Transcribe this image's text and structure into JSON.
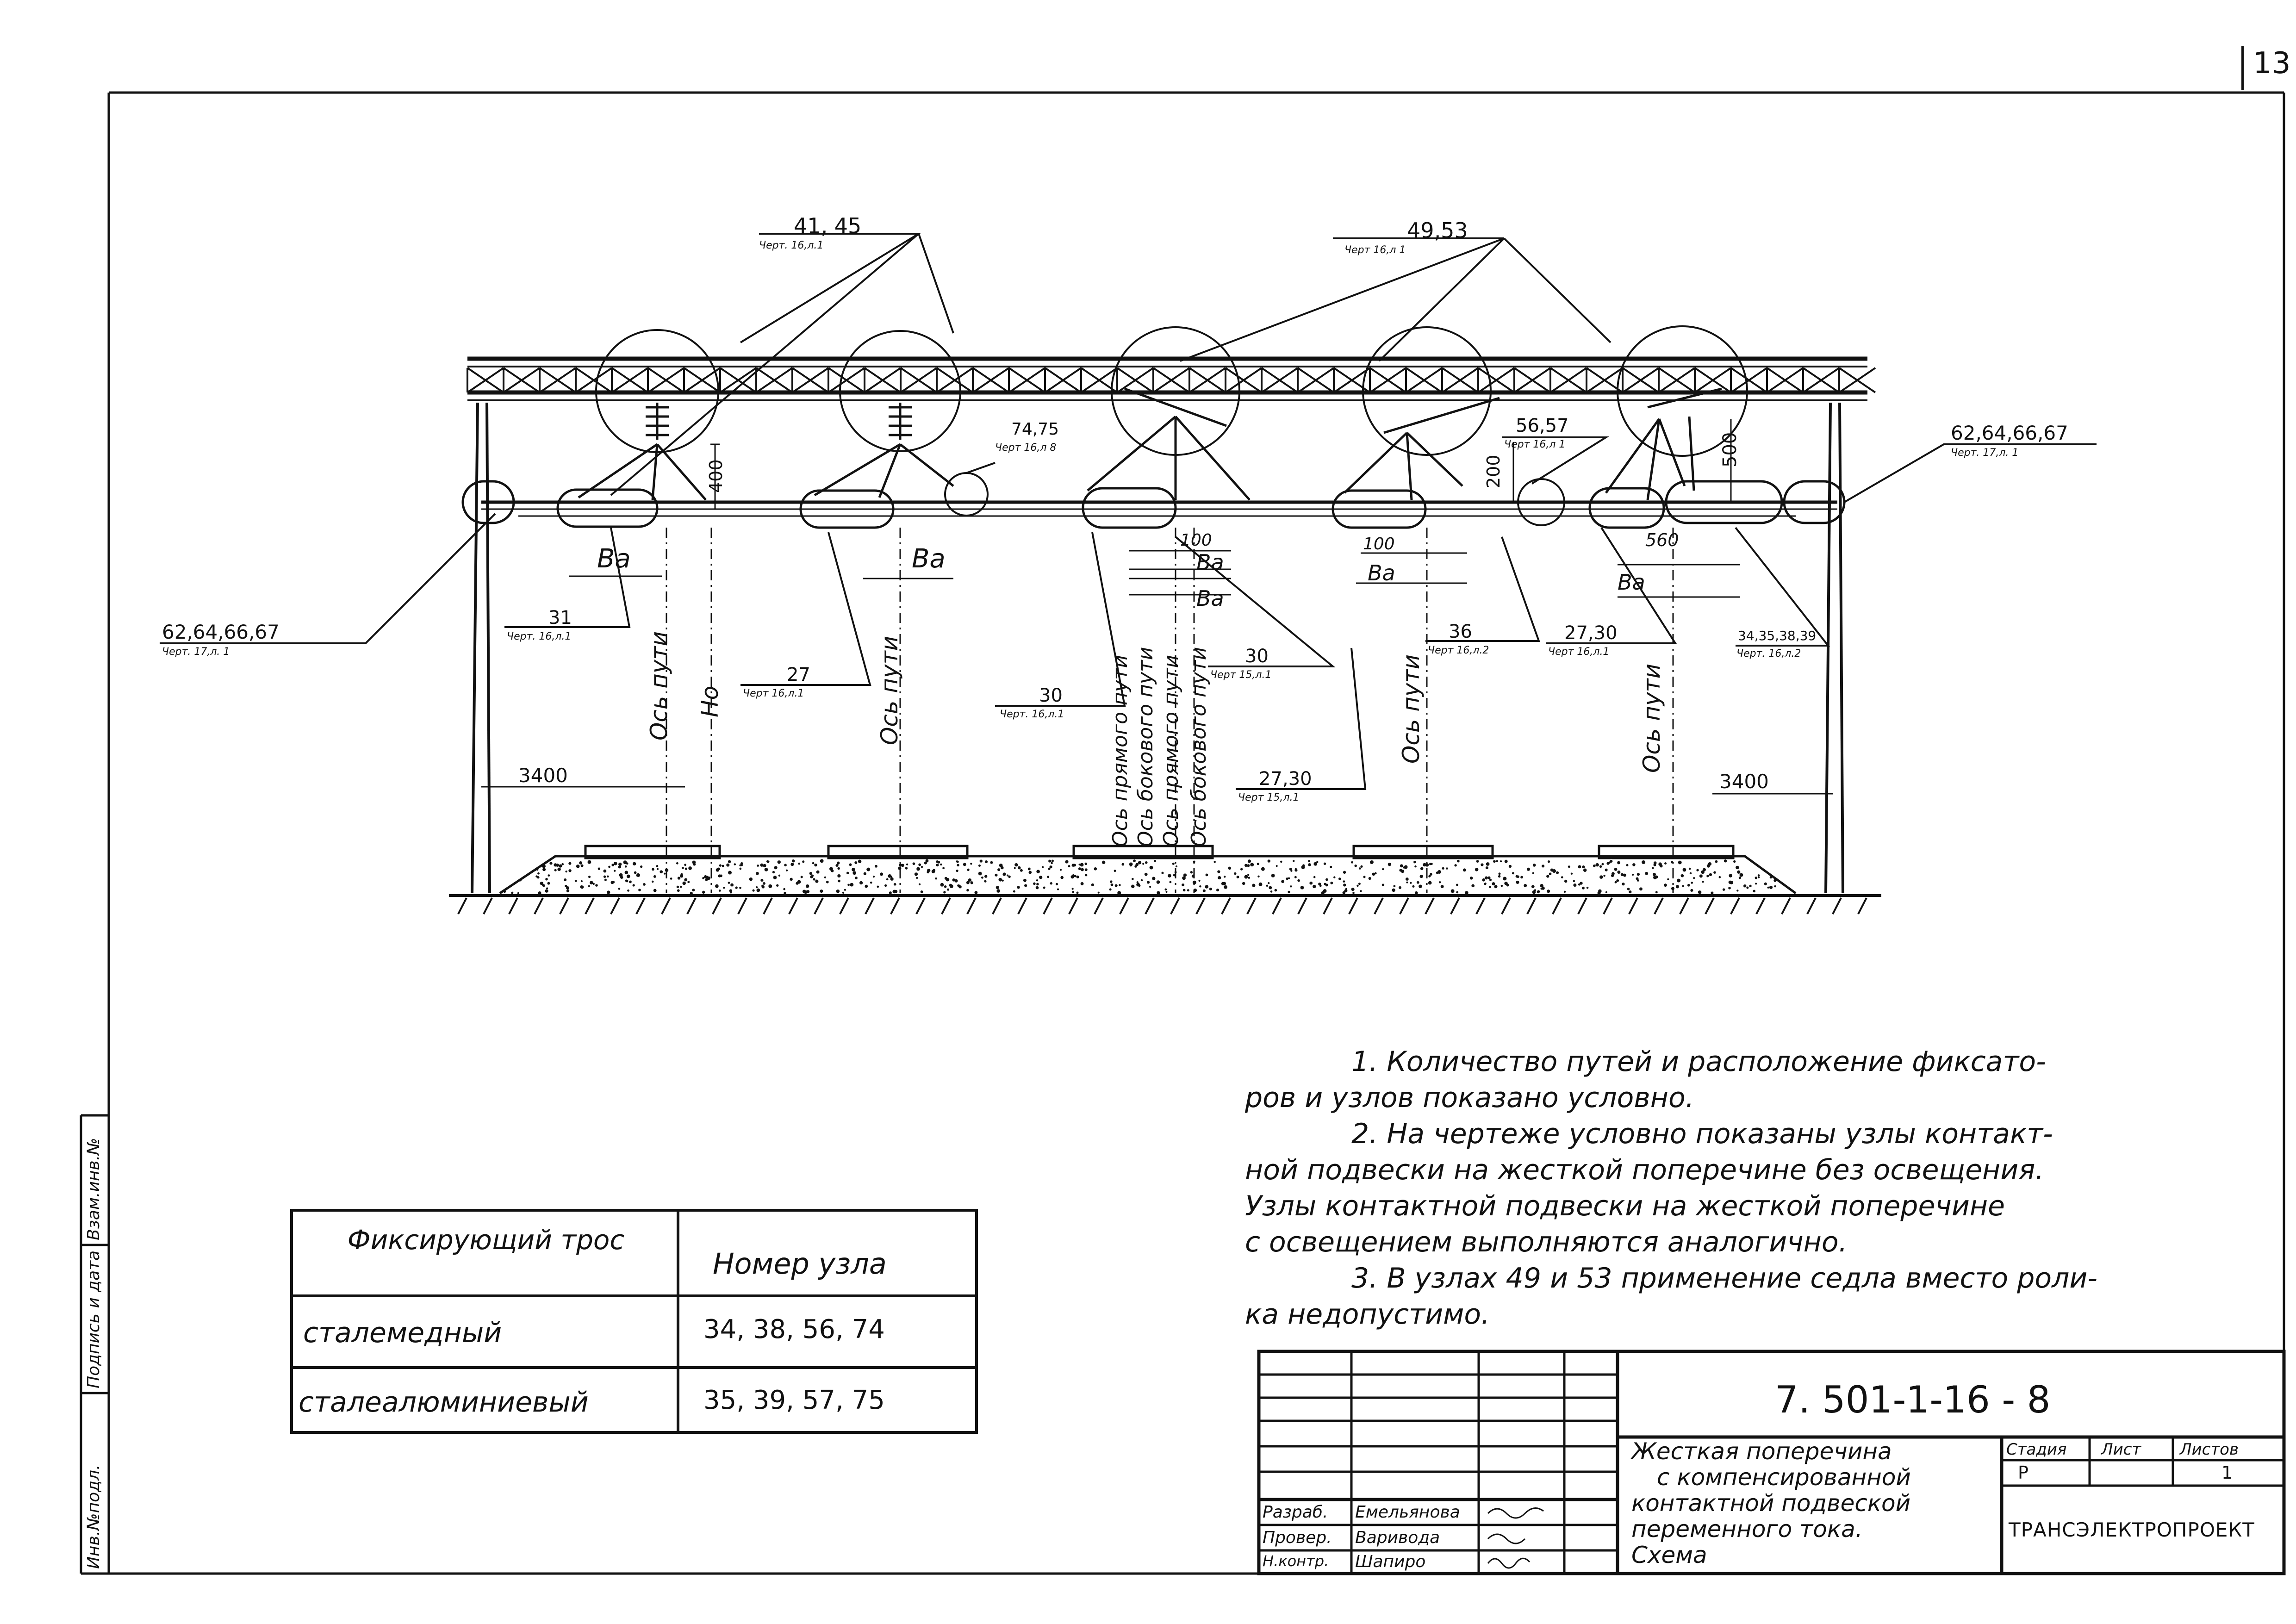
{
  "sheet_number": "13",
  "references": [
    {
      "id": "ref-41-45",
      "num": "41, 45",
      "sub": "Черт. 16,л.1"
    },
    {
      "id": "ref-49-53",
      "num": "49,53",
      "sub": "Черт 16,л 1"
    },
    {
      "id": "ref-74-75",
      "num": "74,75",
      "sub": "Черт 16,л 8"
    },
    {
      "id": "ref-56-57",
      "num": "56,57",
      "sub": "Черт 16,л 1"
    },
    {
      "id": "ref-62-right",
      "num": "62,64,66,67",
      "sub": "Черт. 17,л. 1"
    },
    {
      "id": "ref-62-left",
      "num": "62,64,66,67",
      "sub": "Черт. 17,л. 1"
    },
    {
      "id": "ref-31",
      "num": "31",
      "sub": "Черт. 16,л.1"
    },
    {
      "id": "ref-27-a",
      "num": "27",
      "sub": "Черт 16,л.1"
    },
    {
      "id": "ref-30-a",
      "num": "30",
      "sub": "Черт. 16,л.1"
    },
    {
      "id": "ref-30-b",
      "num": "30",
      "sub": "Черт 15,л.1"
    },
    {
      "id": "ref-27-30-a",
      "num": "27,30",
      "sub": "Черт 15,л.1"
    },
    {
      "id": "ref-36",
      "num": "36",
      "sub": "Черт 16,л.2"
    },
    {
      "id": "ref-27-30-b",
      "num": "27,30",
      "sub": "Черт 16,л.1"
    },
    {
      "id": "ref-34-39",
      "num": "34,35,38,39",
      "sub": "Черт. 16,л.2"
    }
  ],
  "dimensions": {
    "d400": "400",
    "d200": "200",
    "d500": "500",
    "d100a": "100",
    "d100b": "100",
    "d560": "560",
    "d3400_left": "3400",
    "d3400_right": "3400",
    "ba": "Ва",
    "ho": "Но"
  },
  "axis_labels": {
    "track": "Ось пути",
    "main_straight": "Ось прямого пути",
    "side_track": "Ось бокового пути"
  },
  "notes": {
    "n1a": "1. Количество путей и расположение фиксато-",
    "n1b": "ров и узлов показано условно.",
    "n2a": "2. На чертеже условно показаны узлы контакт-",
    "n2b": "ной подвески на жесткой поперечине без освещения.",
    "n2c": "Узлы контактной подвески на жесткой поперечине",
    "n2d": "с освещением выполняются аналогично.",
    "n3a": "3. В узлах 49 и 53 применение седла вместо роли-",
    "n3b": "ка недопустимо."
  },
  "table": {
    "h1": "Фиксирующий трос",
    "h2": "Номер узла",
    "rows": [
      {
        "cable": "сталемедный",
        "nodes": "34, 38, 56, 74"
      },
      {
        "cable": "сталеалюминиевый",
        "nodes": "35, 39, 57, 75"
      }
    ]
  },
  "side_stamp": {
    "c1": "Инв.№подл.",
    "c2": "Подпись и дата",
    "c3": "Взам.инв.№"
  },
  "title_block": {
    "code": "7. 501-1-16 - 8",
    "title_1": "Жесткая поперечина",
    "title_2": "с компенсированной",
    "title_3": "контактной подвеской",
    "title_4": "переменного тока.",
    "title_5": "Схема",
    "stage_label": "Стадия",
    "sheet_label": "Лист",
    "sheets_label": "Листов",
    "stage": "Р",
    "sheets": "1",
    "org": "ТРАНСЭЛЕКТРОПРОЕКТ",
    "roles": [
      {
        "role": "Разраб.",
        "name": "Емельянова"
      },
      {
        "role": "Провер.",
        "name": "Варивода"
      },
      {
        "role": "Н.контр.",
        "name": "Шапиро"
      }
    ]
  }
}
